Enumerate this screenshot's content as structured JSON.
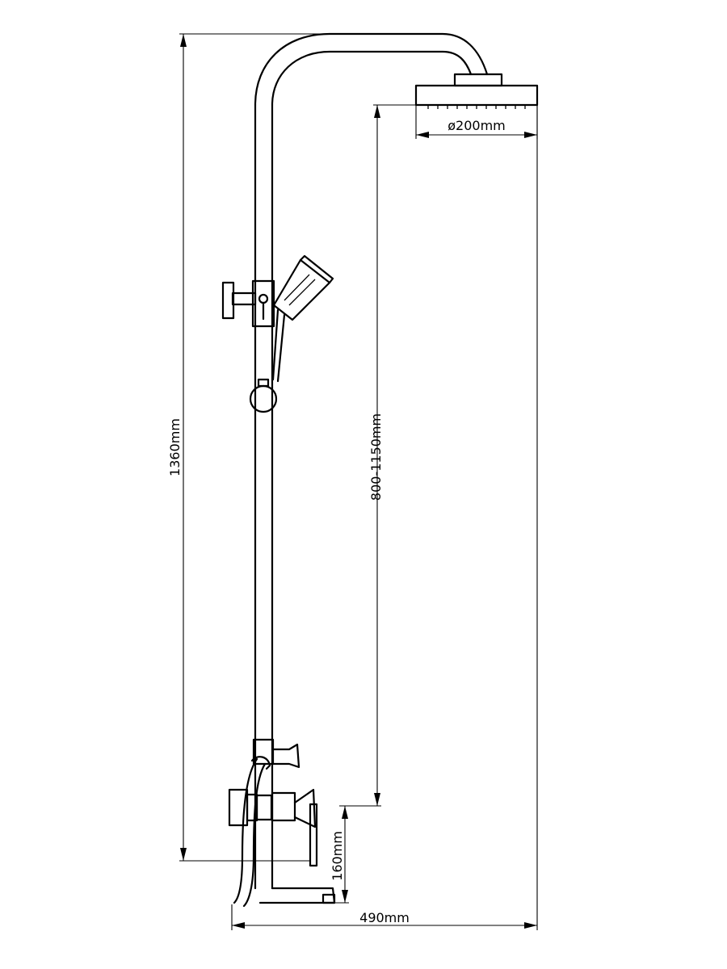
{
  "dimensions": {
    "overall_height": "1360mm",
    "adjustable_height": "800-1150mm",
    "head_diameter": "ø200mm",
    "spout_height": "160mm",
    "total_width": "490mm"
  }
}
